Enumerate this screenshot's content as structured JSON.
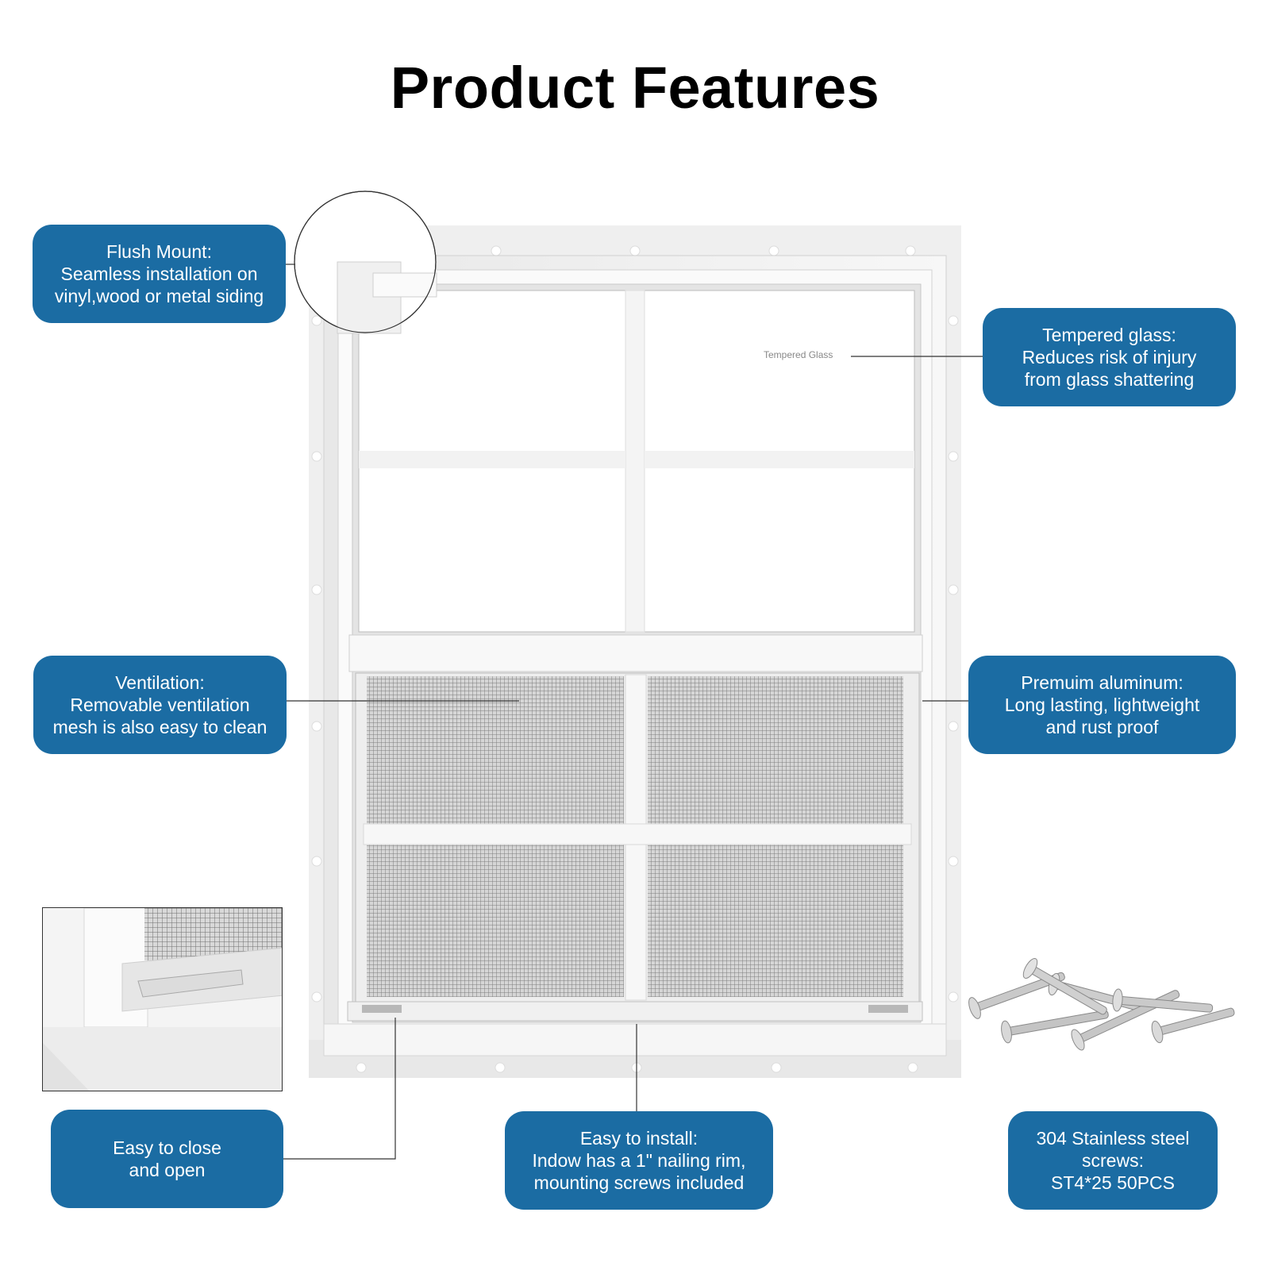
{
  "title": "Product Features",
  "diagram_label": "Tempered Glass",
  "callouts": {
    "flush_mount": [
      "Flush Mount:",
      "Seamless installation on",
      "vinyl,wood or metal siding"
    ],
    "tempered_glass": [
      "Tempered glass:",
      "Reduces risk of injury",
      "from glass shattering"
    ],
    "ventilation": [
      "Ventilation:",
      "Removable ventilation",
      "mesh is also easy to clean"
    ],
    "aluminum": [
      "Premuim aluminum:",
      "Long lasting, lightweight",
      "and rust proof"
    ],
    "close_open": [
      "Easy to close",
      "and open"
    ],
    "install": [
      "Easy to install:",
      "Indow has a 1\" nailing rim,",
      "mounting screws included"
    ],
    "screws": [
      "304 Stainless steel",
      "screws:",
      "ST4*25 50PCS"
    ]
  },
  "colors": {
    "callout_bg": "#1b6ca3",
    "callout_text": "#ffffff"
  }
}
